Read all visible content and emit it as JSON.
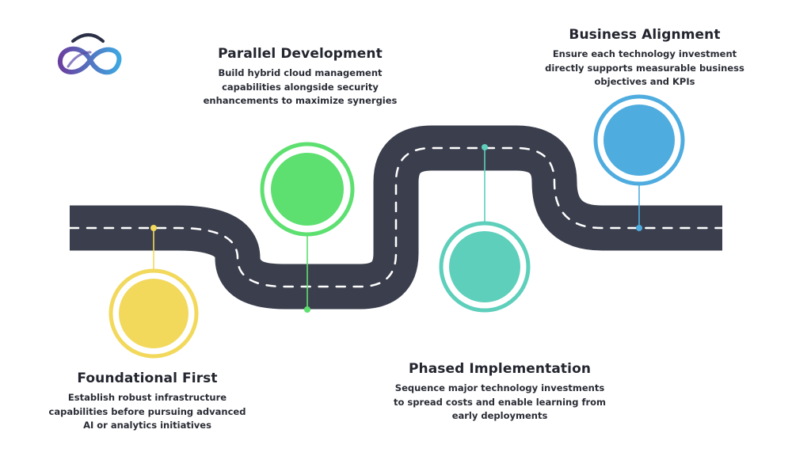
{
  "logo": {
    "icon": "infinity-cloud-logo-icon"
  },
  "road": {
    "color": "#3b3f4d",
    "dash_color": "#ffffff"
  },
  "milestones": [
    {
      "id": "foundational",
      "title": "Foundational First",
      "description": "Establish robust infrastructure capabilities before pursuing advanced AI or analytics initiatives",
      "color": "#f2d95c"
    },
    {
      "id": "parallel",
      "title": "Parallel Development",
      "description": "Build hybrid cloud management capabilities alongside security enhancements to maximize synergies",
      "color": "#5de070"
    },
    {
      "id": "phased",
      "title": "Phased Implementation",
      "description": "Sequence major technology investments to spread costs and enable learning from early deployments",
      "color": "#5dcfbb"
    },
    {
      "id": "business",
      "title": "Business Alignment",
      "description": "Ensure each technology investment directly supports measurable business objectives and KPIs",
      "color": "#4facdf"
    }
  ]
}
